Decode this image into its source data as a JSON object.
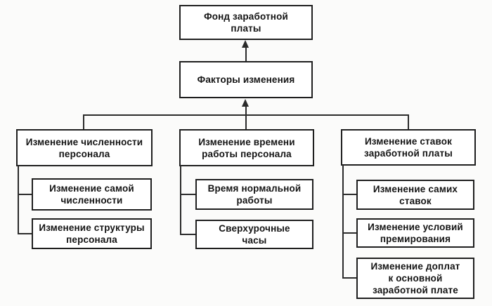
{
  "nodes": {
    "fund": {
      "lines": [
        "Фонд заработной",
        "платы"
      ]
    },
    "factors": {
      "lines": [
        "Факторы изменения"
      ]
    },
    "columns": [
      {
        "header": {
          "lines": [
            "Изменение численности",
            "персонала"
          ]
        },
        "children": [
          {
            "lines": [
              "Изменение самой",
              "численности"
            ]
          },
          {
            "lines": [
              "Изменение структуры",
              "персонала"
            ]
          }
        ]
      },
      {
        "header": {
          "lines": [
            "Изменение времени",
            "работы персонала"
          ]
        },
        "children": [
          {
            "lines": [
              "Время нормальной",
              "работы"
            ]
          },
          {
            "lines": [
              "Сверхурочные",
              "часы"
            ]
          }
        ]
      },
      {
        "header": {
          "lines": [
            "Изменение ставок",
            "заработной платы"
          ]
        },
        "children": [
          {
            "lines": [
              "Изменение самих",
              "ставок"
            ]
          },
          {
            "lines": [
              "Изменение условий",
              "премирования"
            ]
          },
          {
            "lines": [
              "Изменение доплат",
              "к основной",
              "заработной плате"
            ]
          }
        ]
      }
    ]
  },
  "colors": {
    "border": "#1f1f1f",
    "line": "#2b2b2b",
    "text": "#141414",
    "box_bg": "#ffffff",
    "page_bg": "#fbfbfa"
  }
}
